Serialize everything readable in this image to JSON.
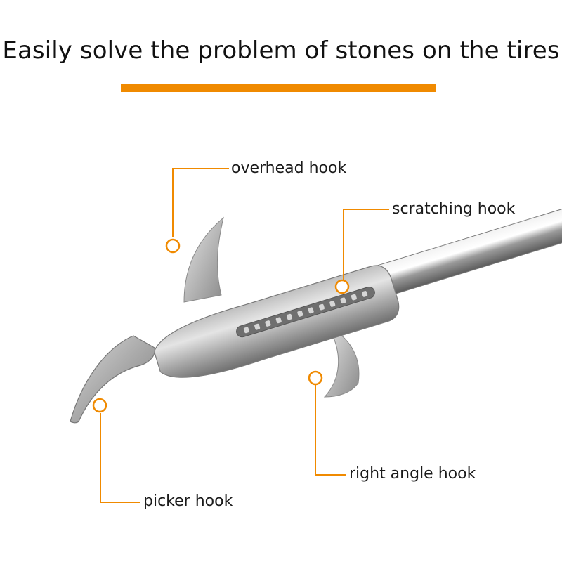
{
  "headline": "Easily solve the problem of stones on the tires",
  "colors": {
    "accent": "#f08a00",
    "text": "#1a1a1a",
    "background": "#ffffff"
  },
  "callouts": {
    "overhead_hook": "overhead hook",
    "scratching_hook": "scratching hook",
    "right_angle_hook": "right angle hook",
    "picker_hook": "picker hook"
  }
}
